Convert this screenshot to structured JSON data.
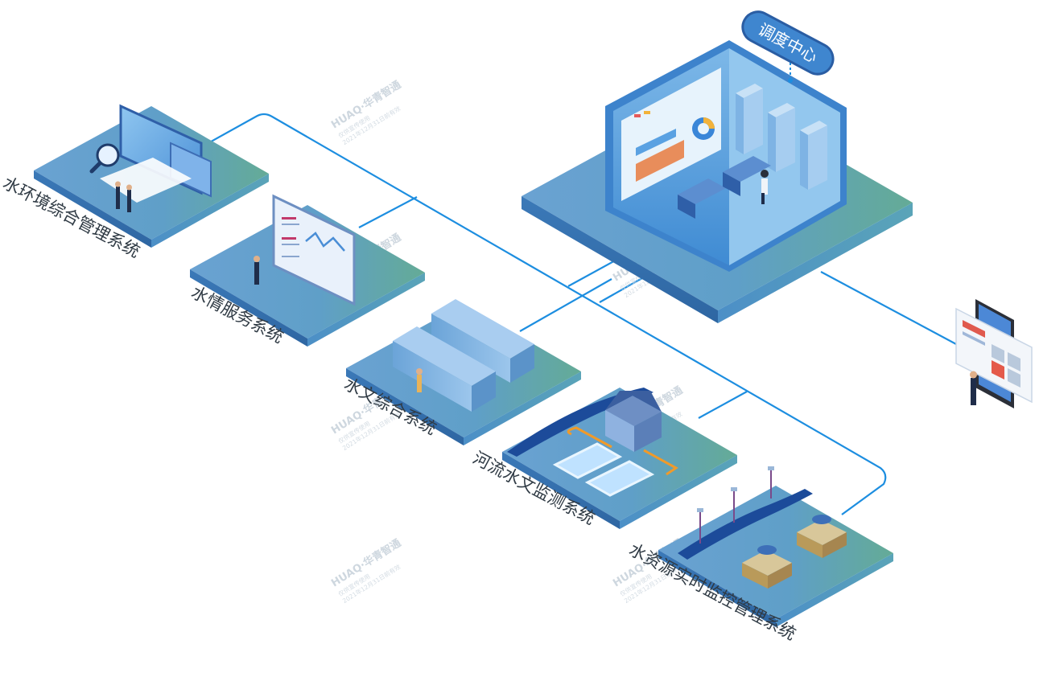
{
  "dispatch_center": {
    "label": "调度中心"
  },
  "systems": [
    {
      "id": "water-environment",
      "label": "水环境综合管理系统"
    },
    {
      "id": "water-service",
      "label": "水情服务系统"
    },
    {
      "id": "hydrology",
      "label": "水文综合系统"
    },
    {
      "id": "river-monitoring",
      "label": "河流水文监测系统"
    },
    {
      "id": "water-resource",
      "label": "水资源实时监控管理系统"
    }
  ],
  "watermark": {
    "brand": "HUAQ·华青智通",
    "line1": "仅供宣传使用",
    "line2": "2021年12月31日前有效"
  },
  "colors": {
    "line": "#1d8ee0",
    "platform_top": "#5f9ccc",
    "platform_accent": "#63a99a",
    "badge": "#3f86cf",
    "label_text": "#2f3a44"
  }
}
